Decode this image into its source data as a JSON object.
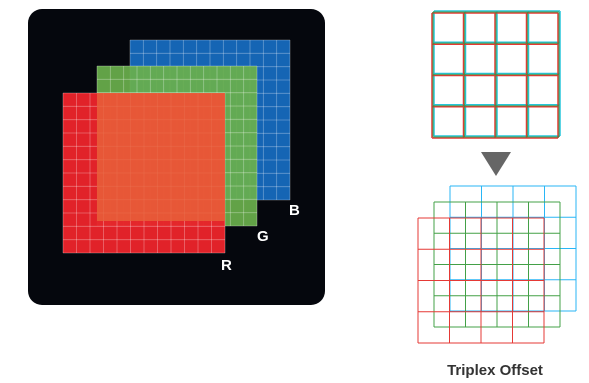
{
  "left_panel": {
    "layers": [
      {
        "label": "B",
        "color": "#1565b4"
      },
      {
        "label": "G",
        "color": "#6ab04c"
      },
      {
        "label": "R",
        "color": "#e8232a"
      }
    ],
    "overlap_color": "#e8603a"
  },
  "right_panel": {
    "top_grid_colors": [
      "#26c6da",
      "#e53935",
      "#388e3c"
    ],
    "offset_grid_colors": {
      "blue": "#29b6f6",
      "green": "#43a047",
      "red": "#e53935"
    },
    "arrow_color": "#666666",
    "caption": "Triplex Offset"
  }
}
